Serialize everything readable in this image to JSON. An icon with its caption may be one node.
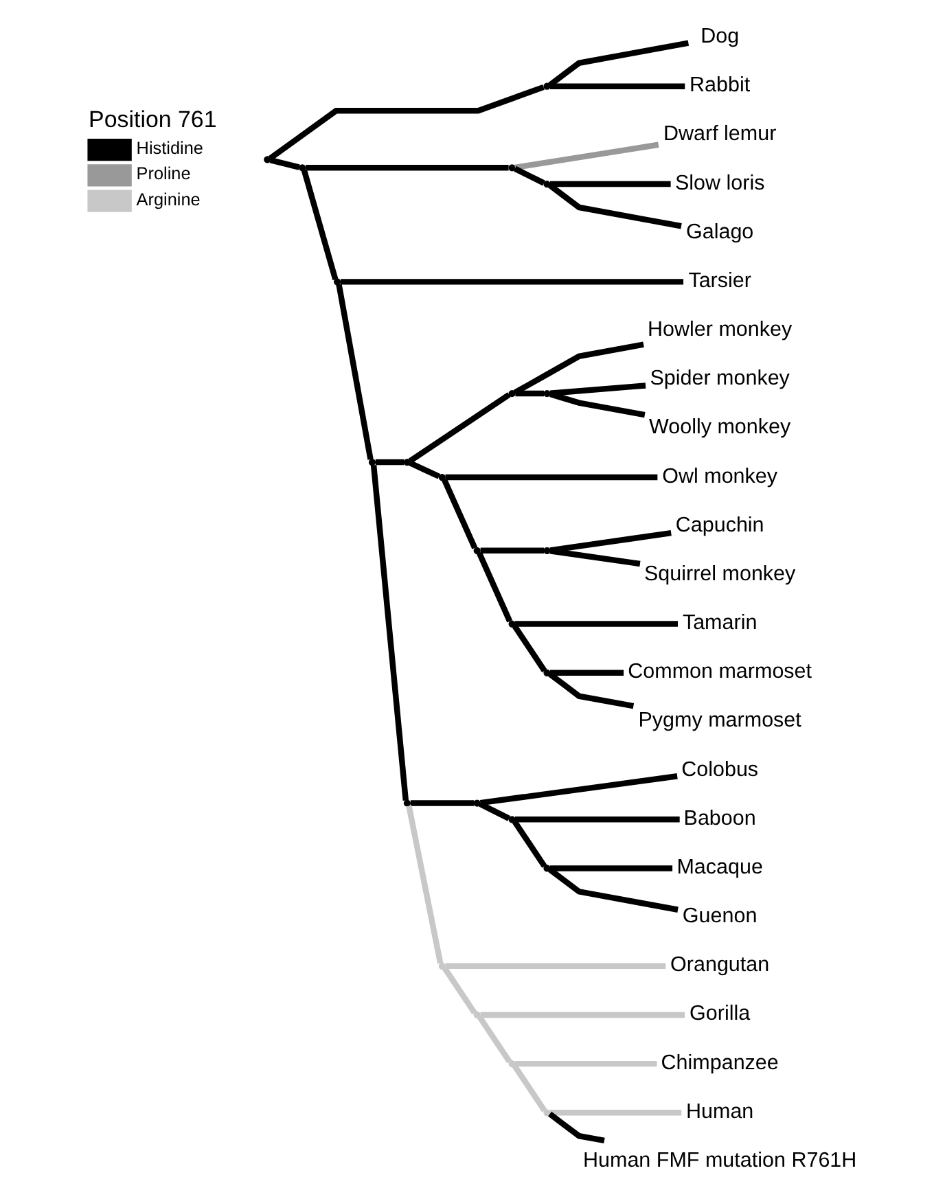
{
  "diagram": {
    "nodes": [
      {
        "text": [
          "Dog"
        ]
      },
      {
        "text": [
          "Rabbit"
        ]
      },
      {
        "text": [
          "Dwarf lemur"
        ]
      },
      {
        "text": [
          "Slow loris"
        ]
      },
      {
        "text": [
          "Galago"
        ]
      },
      {
        "text": [
          "Tarsier"
        ]
      },
      {
        "text": [
          "Howler monkey"
        ]
      },
      {
        "text": [
          "Spider monkey"
        ]
      },
      {
        "text": [
          "Woolly monkey"
        ]
      },
      {
        "text": [
          "Owl monkey"
        ]
      },
      {
        "text": [
          "Capuchin"
        ]
      },
      {
        "text": [
          "Squirrel monkey"
        ]
      },
      {
        "text": [
          "Tamarin"
        ]
      },
      {
        "text": [
          "Common marmoset"
        ]
      },
      {
        "text": [
          "Pygmy marmoset"
        ]
      },
      {
        "text": [
          "Colobus"
        ]
      },
      {
        "text": [
          "Baboon"
        ]
      },
      {
        "text": [
          "Macaque"
        ]
      },
      {
        "text": [
          "Guenon"
        ]
      },
      {
        "text": [
          "Orangutan"
        ]
      },
      {
        "text": [
          "Gorilla"
        ]
      },
      {
        "text": [
          "Chimpanzee"
        ]
      },
      {
        "text": [
          "Human"
        ]
      },
      {
        "text": [
          "Human FMF mutation R761H"
        ]
      },
      {
        "text": [],
        "shape": "point"
      },
      {
        "text": [],
        "shape": "point"
      },
      {
        "text": [],
        "shape": "point"
      },
      {
        "text": [],
        "shape": "point"
      },
      {
        "text": [],
        "shape": "point"
      },
      {
        "text": [],
        "shape": "point"
      },
      {
        "text": [],
        "shape": "point"
      },
      {
        "text": [],
        "shape": "point"
      },
      {
        "text": [],
        "shape": "point"
      },
      {
        "text": [],
        "shape": "point"
      },
      {
        "text": [],
        "shape": "point"
      },
      {
        "text": [],
        "shape": "point"
      },
      {
        "text": [],
        "shape": "point"
      },
      {
        "text": [],
        "shape": "point"
      },
      {
        "text": [],
        "shape": "point"
      },
      {
        "text": [],
        "shape": "point"
      },
      {
        "text": [],
        "shape": "point"
      },
      {
        "text": [],
        "shape": "point"
      },
      {
        "text": [],
        "shape": "point"
      },
      {
        "text": [],
        "shape": "point"
      },
      {
        "text": [],
        "shape": "point"
      },
      {
        "text": [],
        "shape": "point"
      },
      {
        "text": [],
        "shape": "point"
      }
    ],
    "edges": [
      {
        "from": 24,
        "to": 25,
        "arrow": "none"
      },
      {
        "from": 25,
        "to": 0,
        "arrow": "none"
      },
      {
        "from": 25,
        "to": 1,
        "arrow": "none"
      },
      {
        "from": 24,
        "to": 26,
        "arrow": "none"
      },
      {
        "from": 26,
        "to": 27,
        "arrow": "none"
      },
      {
        "from": 27,
        "to": 2,
        "arrow": "none",
        "color": "#999999"
      },
      {
        "from": 27,
        "to": 28,
        "arrow": "none"
      },
      {
        "from": 28,
        "to": 3,
        "arrow": "none"
      },
      {
        "from": 28,
        "to": 4,
        "arrow": "none"
      },
      {
        "from": 26,
        "to": 29,
        "arrow": "none"
      },
      {
        "from": 29,
        "to": 5,
        "arrow": "none"
      },
      {
        "from": 29,
        "to": 30,
        "arrow": "none"
      },
      {
        "from": 30,
        "to": 31,
        "arrow": "none"
      },
      {
        "from": 31,
        "to": 32,
        "arrow": "none"
      },
      {
        "from": 32,
        "to": 6,
        "arrow": "none"
      },
      {
        "from": 32,
        "to": 33,
        "arrow": "none"
      },
      {
        "from": 33,
        "to": 7,
        "arrow": "none"
      },
      {
        "from": 33,
        "to": 8,
        "arrow": "none"
      },
      {
        "from": 31,
        "to": 34,
        "arrow": "none"
      },
      {
        "from": 34,
        "to": 9,
        "arrow": "none"
      },
      {
        "from": 34,
        "to": 35,
        "arrow": "none"
      },
      {
        "from": 35,
        "to": 36,
        "arrow": "none"
      },
      {
        "from": 36,
        "to": 10,
        "arrow": "none"
      },
      {
        "from": 36,
        "to": 11,
        "arrow": "none"
      },
      {
        "from": 35,
        "to": 37,
        "arrow": "none"
      },
      {
        "from": 37,
        "to": 12,
        "arrow": "none"
      },
      {
        "from": 37,
        "to": 38,
        "arrow": "none"
      },
      {
        "from": 38,
        "to": 13,
        "arrow": "none"
      },
      {
        "from": 38,
        "to": 14,
        "arrow": "none"
      },
      {
        "from": 30,
        "to": 39,
        "arrow": "none"
      },
      {
        "from": 39,
        "to": 40,
        "arrow": "none"
      },
      {
        "from": 40,
        "to": 15,
        "arrow": "none"
      },
      {
        "from": 40,
        "to": 41,
        "arrow": "none"
      },
      {
        "from": 41,
        "to": 16,
        "arrow": "none"
      },
      {
        "from": 41,
        "to": 42,
        "arrow": "none"
      },
      {
        "from": 42,
        "to": 17,
        "arrow": "none"
      },
      {
        "from": 42,
        "to": 18,
        "arrow": "none"
      },
      {
        "from": 39,
        "to": 43,
        "arrow": "none",
        "color": "#c8c8c8"
      },
      {
        "from": 43,
        "to": 19,
        "arrow": "none",
        "color": "#c8c8c8"
      },
      {
        "from": 43,
        "to": 44,
        "arrow": "none",
        "color": "#c8c8c8"
      },
      {
        "from": 44,
        "to": 20,
        "arrow": "none",
        "color": "#c8c8c8"
      },
      {
        "from": 44,
        "to": 45,
        "arrow": "none",
        "color": "#c8c8c8"
      },
      {
        "from": 45,
        "to": 21,
        "arrow": "none",
        "color": "#c8c8c8"
      },
      {
        "from": 45,
        "to": 46,
        "arrow": "none",
        "color": "#c8c8c8"
      },
      {
        "from": 46,
        "to": 22,
        "arrow": "none",
        "color": "#c8c8c8"
      },
      {
        "from": 46,
        "to": 23,
        "arrow": "none"
      }
    ],
    "labels": [
      "Position 761"
    ],
    "legend": [
      {
        "text": "Histidine",
        "color": "#000000"
      },
      {
        "text": "Proline",
        "color": "#999999"
      },
      {
        "text": "Arginine",
        "color": "#c8c8c8"
      }
    ]
  }
}
